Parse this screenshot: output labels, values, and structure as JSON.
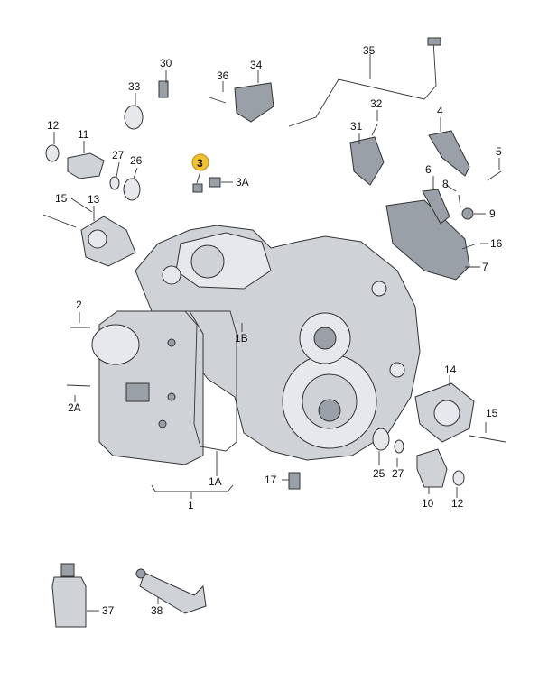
{
  "colors": {
    "highlight": "#f2c12e",
    "part_fill": "#cfd3d8",
    "part_dark": "#9aa0a7",
    "line": "#333333"
  },
  "labels": {
    "l1": "1",
    "l1a": "1A",
    "l1b": "1B",
    "l2": "2",
    "l2a": "2A",
    "l3": "3",
    "l3a": "3A",
    "l4": "4",
    "l5": "5",
    "l6": "6",
    "l7": "7",
    "l8": "8",
    "l9": "9",
    "l10": "10",
    "l11": "11",
    "l12a": "12",
    "l12b": "12",
    "l13": "13",
    "l14": "14",
    "l15a": "15",
    "l15b": "15",
    "l16": "16",
    "l17": "17",
    "l25": "25",
    "l26": "26",
    "l27a": "27",
    "l27b": "27",
    "l30": "30",
    "l31": "31",
    "l32": "32",
    "l33": "33",
    "l34": "34",
    "l35": "35",
    "l36": "36",
    "l37": "37",
    "l38": "38"
  }
}
